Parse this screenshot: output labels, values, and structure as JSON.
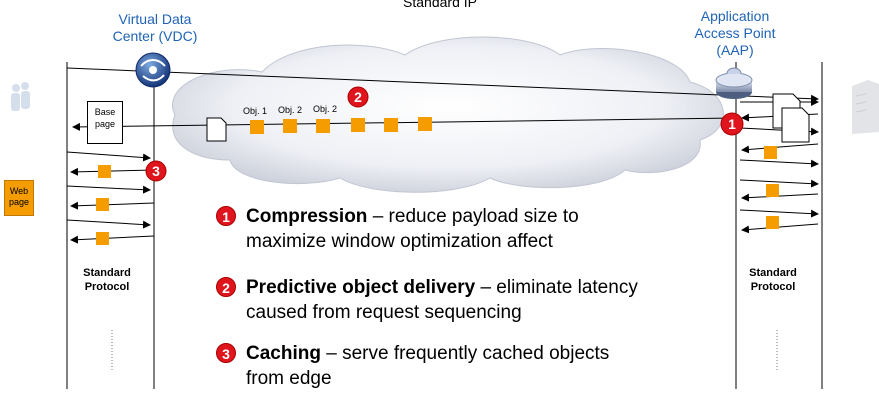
{
  "title": "Standard IP",
  "vdc": {
    "line1": "Virtual Data",
    "line2": "Center (VDC)"
  },
  "aap": {
    "line1": "Application",
    "line2": "Access Point",
    "line3": "(AAP)"
  },
  "objects": [
    "Obj. 1",
    "Obj. 2",
    "Obj. 2"
  ],
  "base_page": {
    "line1": "Base",
    "line2": "page"
  },
  "web_page": {
    "line1": "Web",
    "line2": "page"
  },
  "protocol": {
    "left": [
      "Standard",
      "Protocol"
    ],
    "right": [
      "Standard",
      "Protocol"
    ]
  },
  "markers": {
    "left": "3",
    "middle": "2",
    "right": "1"
  },
  "legend": [
    {
      "num": "1",
      "head": "Compression",
      "desc": " – reduce payload size to",
      "line2": "maximize window optimization affect"
    },
    {
      "num": "2",
      "head": "Predictive object delivery",
      "desc": " – eliminate latency",
      "line2": "caused from request sequencing"
    },
    {
      "num": "3",
      "head": "Caching",
      "desc": " – serve frequently cached objects",
      "line2": "from edge"
    }
  ],
  "colors": {
    "object": "#f59d00",
    "marker": "#e0141c",
    "label": "#1f63b6",
    "cloud": "#dfe3ec"
  }
}
